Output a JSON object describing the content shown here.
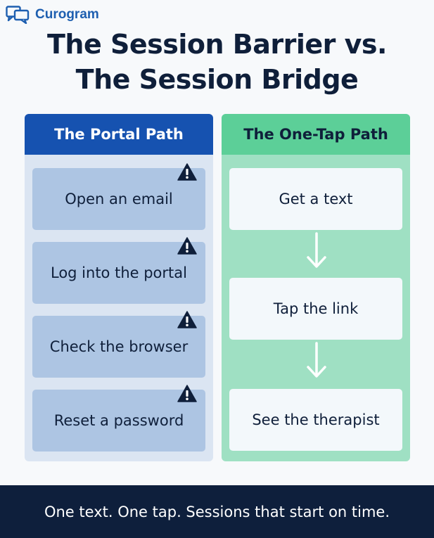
{
  "brand": {
    "name": "Curogram",
    "icon": "chat-bubbles-icon",
    "color": "#1e5fb0"
  },
  "title": {
    "line1": "The Session Barrier vs.",
    "line2": "The Session Bridge"
  },
  "portal_path": {
    "heading": "The Portal Path",
    "header_color": "#1652b0",
    "steps": [
      {
        "label": "Open an email",
        "icon": "warning-icon"
      },
      {
        "label": "Log into the portal",
        "icon": "warning-icon"
      },
      {
        "label": "Check the browser",
        "icon": "warning-icon"
      },
      {
        "label": "Reset a password",
        "icon": "warning-icon"
      }
    ]
  },
  "one_tap_path": {
    "heading": "The One-Tap Path",
    "header_color": "#5ccf98",
    "steps": [
      {
        "label": "Get a text"
      },
      {
        "label": "Tap the link"
      },
      {
        "label": "See the therapist"
      }
    ],
    "connector_icon": "arrow-down-icon"
  },
  "footer": {
    "text": "One text. One tap. Sessions that start on time."
  }
}
